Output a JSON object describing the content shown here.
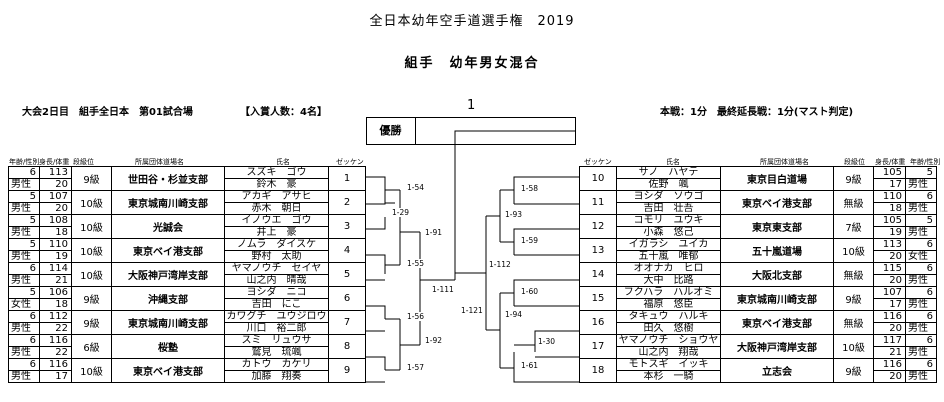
{
  "header": {
    "title": "全日本幼年空手道選手権　2019",
    "subtitle": "組手　幼年男女混合",
    "session": "大会2日目　組手全日本　第01試合場",
    "awards": "【入賞人数：4名】",
    "bracket_no": "1",
    "time_rule": "本戦：1分　最終延長戦：1分(マスト判定)",
    "winner_label": "優勝"
  },
  "columns": {
    "left": {
      "age_gender": "年齢/性別",
      "height_weight": "身長/体重",
      "grade": "段級位",
      "dojo": "所属団体道場名",
      "name": "氏名",
      "zekken": "ゼッケン"
    },
    "right": {
      "zekken": "ゼッケン",
      "name": "氏名",
      "dojo": "所属団体道場名",
      "grade": "段級位",
      "height_weight": "身長/体重",
      "age_gender": "年齢/性別"
    }
  },
  "left_players": [
    {
      "age": "6",
      "height": "113",
      "gender": "男性",
      "weight": "20",
      "grade": "9級",
      "dojo": "世田谷・杉並支部",
      "kana": "スズキ　ゴウ",
      "name": "鈴木　豪",
      "zekken": "1"
    },
    {
      "age": "5",
      "height": "107",
      "gender": "男性",
      "weight": "20",
      "grade": "10級",
      "dojo": "東京城南川崎支部",
      "kana": "アカギ　アサヒ",
      "name": "赤木　朝日",
      "zekken": "2"
    },
    {
      "age": "5",
      "height": "108",
      "gender": "男性",
      "weight": "18",
      "grade": "10級",
      "dojo": "光誠会",
      "kana": "イノウエ　ゴウ",
      "name": "井上　豪",
      "zekken": "3"
    },
    {
      "age": "5",
      "height": "110",
      "gender": "男性",
      "weight": "19",
      "grade": "10級",
      "dojo": "東京ベイ港支部",
      "kana": "ノムラ　ダイスケ",
      "name": "野村　太助",
      "zekken": "4"
    },
    {
      "age": "6",
      "height": "114",
      "gender": "男性",
      "weight": "21",
      "grade": "10級",
      "dojo": "大阪神戸湾岸支部",
      "kana": "ヤマノウチ　セイヤ",
      "name": "山之内　晴哉",
      "zekken": "5"
    },
    {
      "age": "5",
      "height": "106",
      "gender": "女性",
      "weight": "18",
      "grade": "9級",
      "dojo": "沖縄支部",
      "kana": "ヨシダ　ニコ",
      "name": "吉田　にこ",
      "zekken": "6"
    },
    {
      "age": "6",
      "height": "112",
      "gender": "男性",
      "weight": "22",
      "grade": "9級",
      "dojo": "東京城南川崎支部",
      "kana": "カワグチ　ユウジロウ",
      "name": "川口　裕二郎",
      "zekken": "7"
    },
    {
      "age": "6",
      "height": "116",
      "gender": "男性",
      "weight": "22",
      "grade": "6級",
      "dojo": "桜塾",
      "kana": "スミ　リュウサ",
      "name": "鷲見　琉颯",
      "zekken": "8"
    },
    {
      "age": "6",
      "height": "116",
      "gender": "男性",
      "weight": "17",
      "grade": "10級",
      "dojo": "東京ベイ港支部",
      "kana": "カトウ　カケリ",
      "name": "加藤　翔奏",
      "zekken": "9"
    }
  ],
  "right_players": [
    {
      "zekken": "10",
      "kana": "サノ　ハヤテ",
      "name": "佐野　颯",
      "dojo": "東京目白道場",
      "grade": "9級",
      "height": "105",
      "age": "5",
      "weight": "17",
      "gender": "男性"
    },
    {
      "zekken": "11",
      "kana": "ヨシダ　ソウゴ",
      "name": "吉田　壮吾",
      "dojo": "東京ベイ港支部",
      "grade": "無級",
      "height": "110",
      "age": "6",
      "weight": "18",
      "gender": "男性"
    },
    {
      "zekken": "12",
      "kana": "コモリ　ユウキ",
      "name": "小森　悠己",
      "dojo": "東京東支部",
      "grade": "7級",
      "height": "105",
      "age": "5",
      "weight": "19",
      "gender": "男性"
    },
    {
      "zekken": "13",
      "kana": "イガラシ　ユイカ",
      "name": "五十嵐　唯郁",
      "dojo": "五十嵐道場",
      "grade": "10級",
      "height": "113",
      "age": "6",
      "weight": "20",
      "gender": "女性"
    },
    {
      "zekken": "14",
      "kana": "オオナカ　ヒロ",
      "name": "大中　比路",
      "dojo": "大阪北支部",
      "grade": "無級",
      "height": "115",
      "age": "6",
      "weight": "20",
      "gender": "男性"
    },
    {
      "zekken": "15",
      "kana": "フクハラ　ハルオミ",
      "name": "福原　悠臣",
      "dojo": "東京城南川崎支部",
      "grade": "9級",
      "height": "107",
      "age": "6",
      "weight": "17",
      "gender": "男性"
    },
    {
      "zekken": "16",
      "kana": "タキュウ　ハルキ",
      "name": "田久　悠樹",
      "dojo": "東京ベイ港支部",
      "grade": "無級",
      "height": "116",
      "age": "6",
      "weight": "20",
      "gender": "男性"
    },
    {
      "zekken": "17",
      "kana": "ヤマノウチ　ショウヤ",
      "name": "山之内　翔哉",
      "dojo": "大阪神戸湾岸支部",
      "grade": "10級",
      "height": "117",
      "age": "6",
      "weight": "21",
      "gender": "男性"
    },
    {
      "zekken": "18",
      "kana": "モトスギ　イッキ",
      "name": "本杉　一騎",
      "dojo": "立志会",
      "grade": "9級",
      "height": "116",
      "age": "6",
      "weight": "20",
      "gender": "男性"
    }
  ],
  "matches": [
    {
      "label": "1-54"
    },
    {
      "label": "1-29"
    },
    {
      "label": "1-91"
    },
    {
      "label": "1-55"
    },
    {
      "label": "1-111"
    },
    {
      "label": "1-56"
    },
    {
      "label": "1-92"
    },
    {
      "label": "1-57"
    },
    {
      "label": "1-121"
    },
    {
      "label": "1-58"
    },
    {
      "label": "1-93"
    },
    {
      "label": "1-59"
    },
    {
      "label": "1-112"
    },
    {
      "label": "1-60"
    },
    {
      "label": "1-94"
    },
    {
      "label": "1-30"
    },
    {
      "label": "1-61"
    }
  ]
}
